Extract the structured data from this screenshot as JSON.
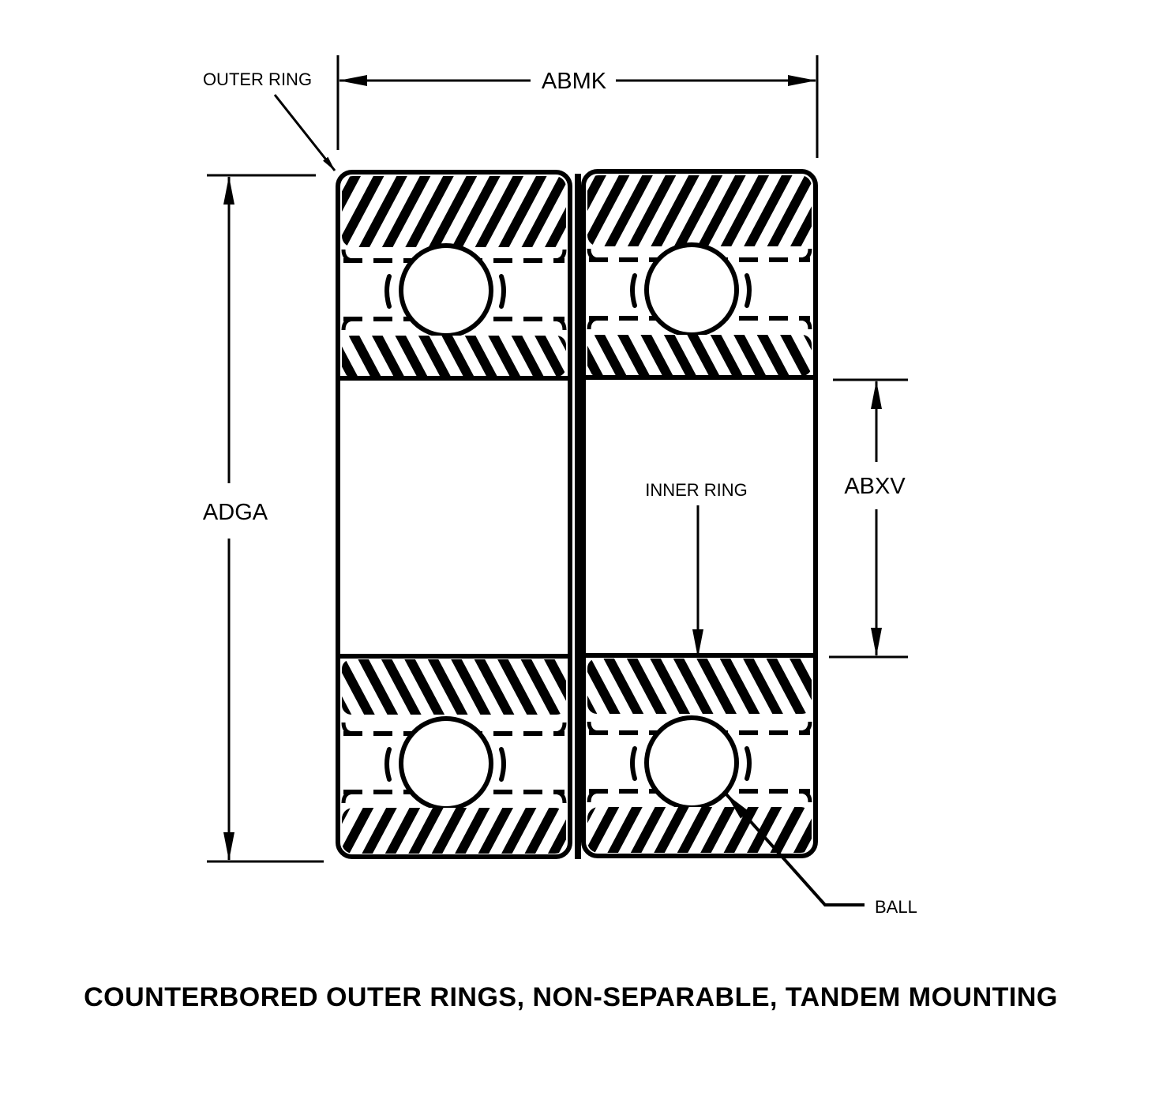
{
  "diagram": {
    "title": "COUNTERBORED OUTER RINGS, NON-SEPARABLE, TANDEM MOUNTING",
    "labels": {
      "outer_ring": "OUTER RING",
      "inner_ring": "INNER RING",
      "ball": "BALL"
    },
    "dimensions": {
      "overall_width": "ABMK",
      "outside_diameter": "ADGA",
      "bore_diameter": "ABXV"
    },
    "colors": {
      "ink": "#000000",
      "paper": "#ffffff"
    }
  }
}
